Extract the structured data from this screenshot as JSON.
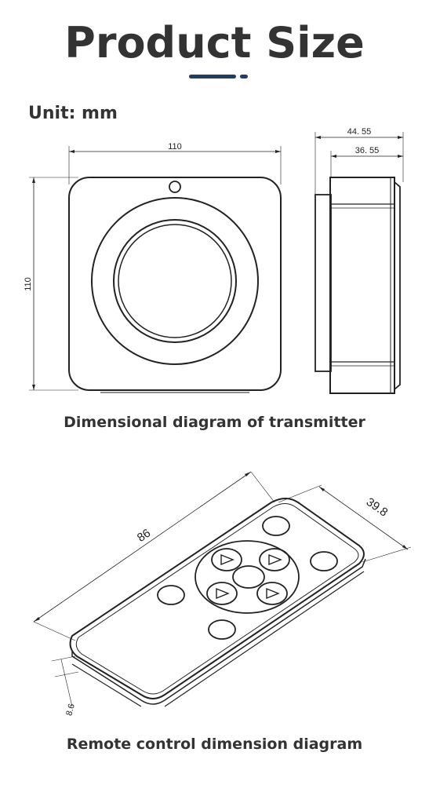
{
  "header": {
    "title": "Product Size",
    "accent_color": "#1f3e66"
  },
  "unit_label": "Unit: mm",
  "transmitter": {
    "caption": "Dimensional diagram of transmitter",
    "front_width": "110",
    "front_height": "110",
    "side_overall_depth": "44. 55",
    "side_body_depth": "36. 55"
  },
  "remote": {
    "caption": "Remote control dimension diagram",
    "length": "86",
    "width": "39.8",
    "thickness": "8.6"
  }
}
